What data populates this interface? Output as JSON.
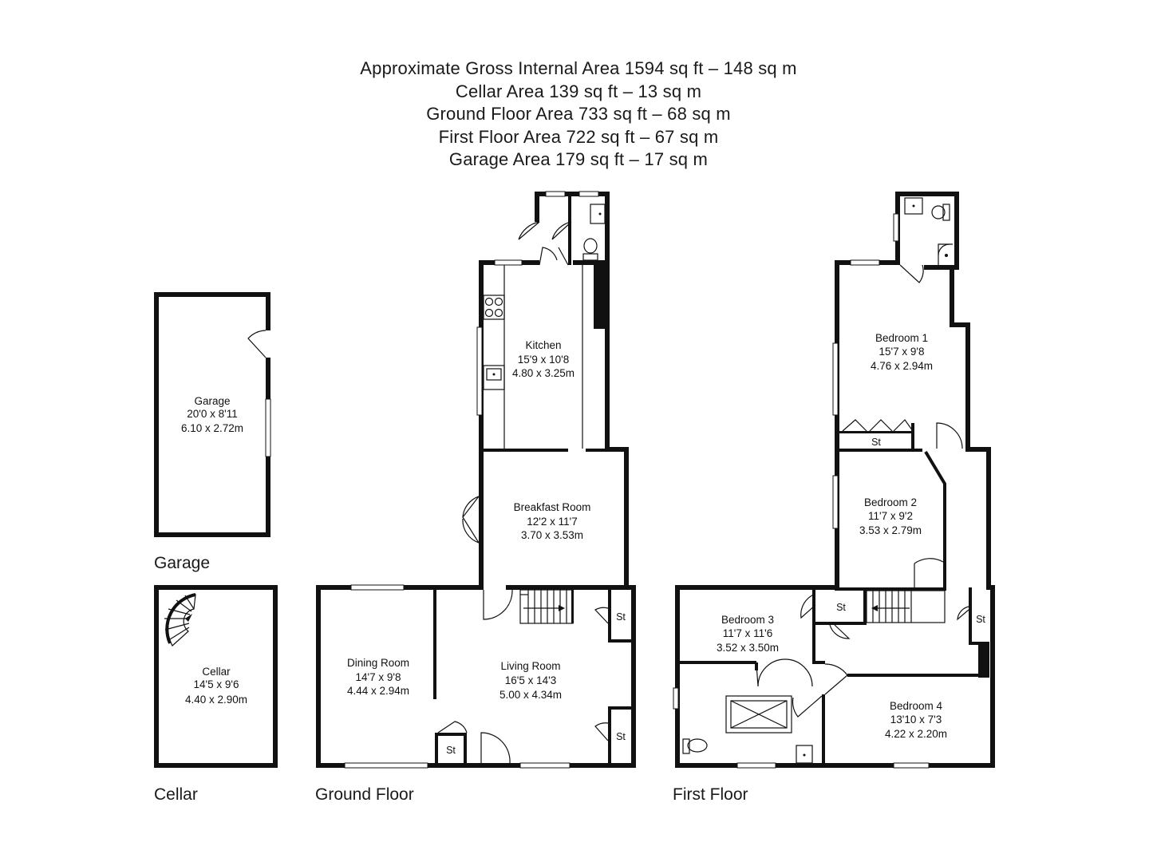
{
  "areas": {
    "total": "Approximate Gross Internal Area 1594 sq ft – 148 sq m",
    "cellar": "Cellar Area 139 sq ft – 13 sq m",
    "ground": "Ground Floor Area 733 sq ft – 68 sq m",
    "first": "First Floor Area 722 sq ft – 67 sq m",
    "garage": "Garage Area 179 sq ft – 17 sq m"
  },
  "floors": {
    "garage": "Garage",
    "cellar": "Cellar",
    "ground": "Ground Floor",
    "first": "First Floor"
  },
  "rooms": {
    "garage": {
      "name": "Garage",
      "imperial": "20'0 x 8'11",
      "metric": "6.10 x 2.72m"
    },
    "cellar": {
      "name": "Cellar",
      "imperial": "14'5 x 9'6",
      "metric": "4.40 x 2.90m"
    },
    "kitchen": {
      "name": "Kitchen",
      "imperial": "15'9 x 10'8",
      "metric": "4.80 x 3.25m"
    },
    "breakfast": {
      "name": "Breakfast Room",
      "imperial": "12'2 x 11'7",
      "metric": "3.70 x 3.53m"
    },
    "dining": {
      "name": "Dining Room",
      "imperial": "14'7 x 9'8",
      "metric": "4.44 x 2.94m"
    },
    "living": {
      "name": "Living Room",
      "imperial": "16'5 x 14'3",
      "metric": "5.00 x 4.34m"
    },
    "bedroom1": {
      "name": "Bedroom 1",
      "imperial": "15'7 x 9'8",
      "metric": "4.76 x 2.94m"
    },
    "bedroom2": {
      "name": "Bedroom 2",
      "imperial": "11'7 x 9'2",
      "metric": "3.53 x 2.79m"
    },
    "bedroom3": {
      "name": "Bedroom 3",
      "imperial": "11'7 x 11'6",
      "metric": "3.52 x 3.50m"
    },
    "bedroom4": {
      "name": "Bedroom 4",
      "imperial": "13'10 x 7'3",
      "metric": "4.22 x 2.20m"
    }
  },
  "storage_label": "St"
}
